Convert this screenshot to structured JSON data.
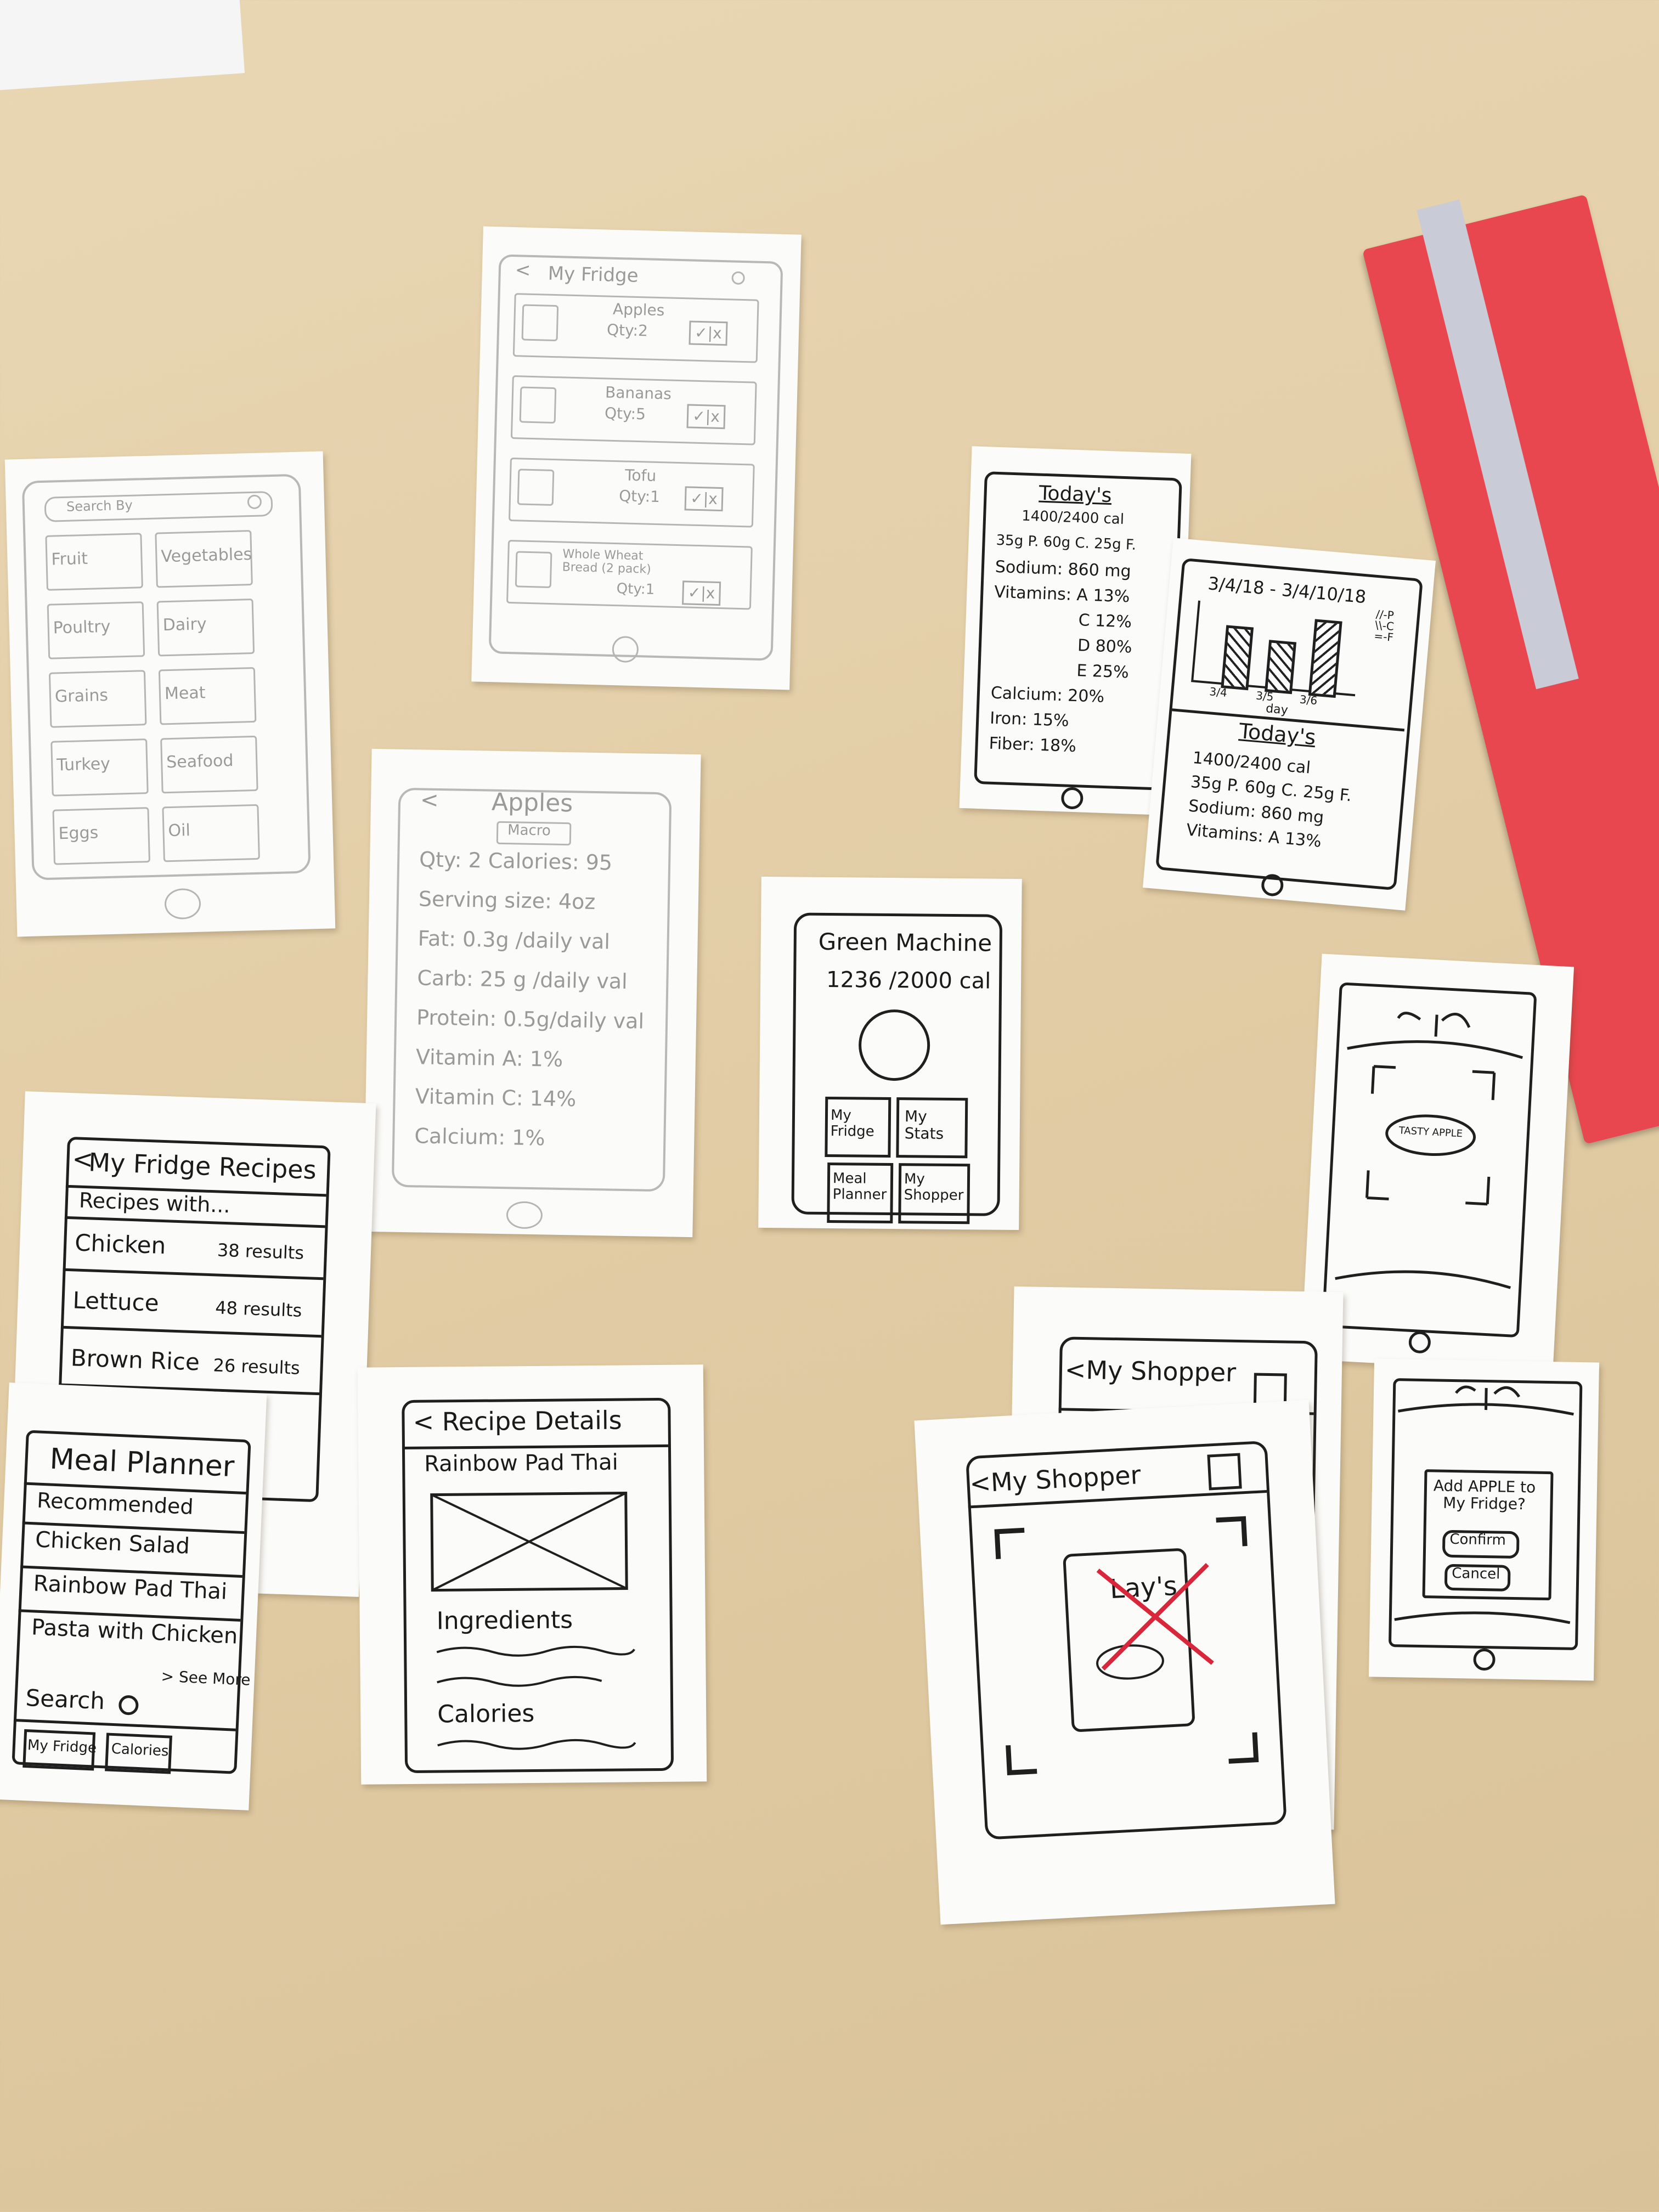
{
  "fridge": {
    "title": "My Fridge",
    "items": [
      {
        "name": "Apples",
        "qty": "Qty:2"
      },
      {
        "name": "Bananas",
        "qty": "Qty:5"
      },
      {
        "name": "Tofu",
        "qty": "Qty:1"
      },
      {
        "name": "Whole Wheat Bread (2 pack)",
        "qty": "Qty:1"
      }
    ],
    "check_label": "✓|x"
  },
  "search_screen": {
    "search_placeholder": "Search By",
    "categories": [
      "Fruit",
      "Vegetables",
      "Poultry",
      "Dairy",
      "Grains",
      "Meat",
      "Turkey",
      "Seafood",
      "Eggs",
      "Oil"
    ]
  },
  "apple_detail": {
    "title": "Apples",
    "badge": "Macro",
    "rows": [
      "Qty: 2   Calories: 95",
      "Serving size: 4oz",
      "Fat: 0.3g /daily val",
      "Carb: 25 g /daily val",
      "Protein: 0.5g/daily val",
      "Vitamin A: 1%",
      "Vitamin C: 14%",
      "Calcium: 1%"
    ]
  },
  "todays_stats": {
    "title": "Today's",
    "rows": [
      "1400/2400 cal",
      "35g P. 60g C. 25g F.",
      "Sodium: 860 mg",
      "Vitamins: A 13%",
      "C 12%",
      "D 80%",
      "E 25%",
      "Calcium: 20%",
      "Iron: 15%",
      "Fiber: 18%"
    ]
  },
  "week_stats": {
    "range": "3/4/18 - 3/4/10/18",
    "legend": [
      "//-P",
      "\\\\-C",
      "=-F"
    ],
    "x_ticks": [
      "3/4",
      "3/5",
      "3/6"
    ],
    "x_label": "day",
    "title": "Today's",
    "rows": [
      "1400/2400 cal",
      "35g P. 60g C. 25g F.",
      "Sodium: 860 mg",
      "Vitamins: A 13%"
    ]
  },
  "home": {
    "title": "Green Machine",
    "calories": "1236 /2000 cal",
    "buttons": [
      "My Fridge",
      "My Stats",
      "Meal Planner",
      "My Shopper"
    ]
  },
  "scanner_apple": {
    "label": "TASTY APPLE"
  },
  "recipes": {
    "back": "<",
    "title": "My Fridge Recipes",
    "header": "Recipes with...",
    "rows": [
      {
        "name": "Chicken",
        "count": "38 results"
      },
      {
        "name": "Lettuce",
        "count": "48 results"
      },
      {
        "name": "Brown Rice",
        "count": "26 results"
      }
    ]
  },
  "meal_planner": {
    "title": "Meal Planner",
    "section": "Recommended",
    "items": [
      "Chicken Salad",
      "Rainbow Pad Thai",
      "Pasta with Chicken"
    ],
    "see_more": "> See More",
    "search": "Search",
    "buttons": [
      "My Fridge",
      "Calories"
    ]
  },
  "recipe_details": {
    "title": "< Recipe Details",
    "name": "Rainbow Pad Thai",
    "ingredients": "Ingredients",
    "calories": "Calories"
  },
  "shopper_back": {
    "title": "<My Shopper"
  },
  "shopper_front": {
    "title": "<My Shopper",
    "product": "Lay's"
  },
  "add_dialog": {
    "question": "Add APPLE to My Fridge?",
    "confirm": "Confirm",
    "cancel": "Cancel"
  }
}
